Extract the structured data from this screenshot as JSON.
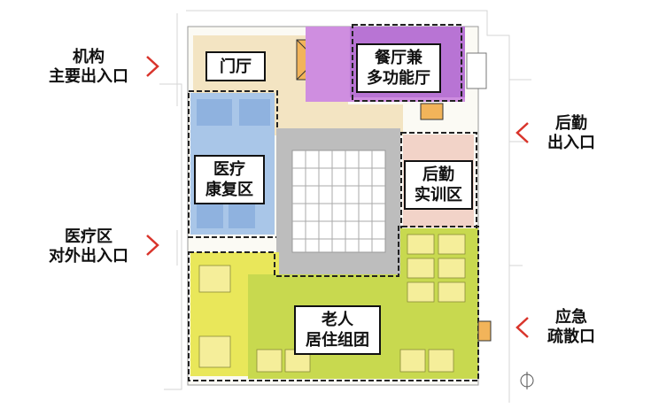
{
  "entrances": {
    "institution_main": "机构\n主要出入口",
    "medical_external": "医疗区\n对外出入口",
    "logistics": "后勤\n出入口",
    "emergency": "应急\n疏散口"
  },
  "zones": {
    "lobby": "门厅",
    "dining": "餐厅兼\n多功能厅",
    "medical": "医疗\n康复区",
    "logistics_training": "后勤\n实训区",
    "elderly": "老人\n居住组团"
  },
  "colors": {
    "arrow": "#d9342b",
    "lobby": "#f3e4c2",
    "dining": "#cf8ee0",
    "medical": "#a9c6e8",
    "logistics": "#f2d3c8",
    "elderly_a": "#c8d94f",
    "elderly_b": "#e9e75a",
    "courtyard": "#bdbdbd"
  }
}
